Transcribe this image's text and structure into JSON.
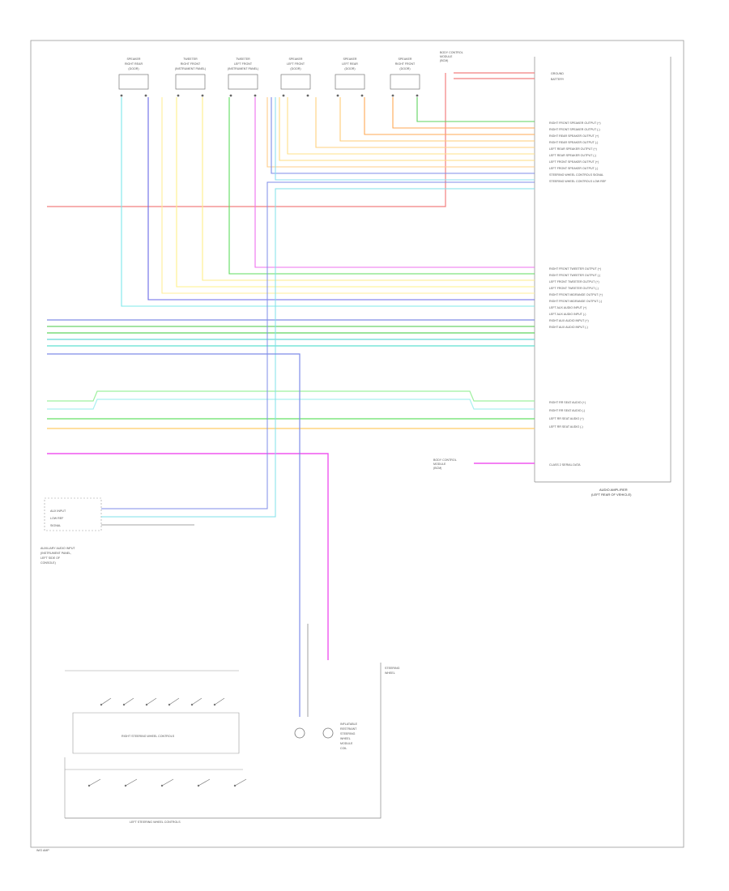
{
  "diagram": {
    "speakers": [
      {
        "label": [
          "SPEAKER",
          "RIGHT REAR",
          "(DOOR)"
        ]
      },
      {
        "label": [
          "TWEETER",
          "RIGHT FRONT",
          "(INSTRUMENT PANEL)"
        ]
      },
      {
        "label": [
          "TWEETER",
          "LEFT FRONT",
          "(INSTRUMENT PANEL)"
        ]
      },
      {
        "label": [
          "SPEAKER",
          "LEFT FRONT",
          "(DOOR)"
        ]
      },
      {
        "label": [
          "SPEAKER",
          "LEFT REAR",
          "(DOOR)"
        ]
      },
      {
        "label": [
          "SPEAKER",
          "RIGHT FRONT",
          "(DOOR)"
        ]
      }
    ],
    "fuse_block_label": [
      "BODY CONTROL",
      "MODULE",
      "(BCM)"
    ],
    "ground_label": "GROUND",
    "battery_label": "BATTERY",
    "radio_pins_top": [
      "RIGHT FRONT SPEAKER OUTPUT (+)",
      "RIGHT FRONT SPEAKER OUTPUT (-)",
      "RIGHT REAR SPEAKER OUTPUT (+)",
      "RIGHT REAR SPEAKER OUTPUT (-)",
      "LEFT REAR SPEAKER OUTPUT (+)",
      "LEFT REAR SPEAKER OUTPUT (-)",
      "LEFT FRONT SPEAKER OUTPUT (+)",
      "LEFT FRONT SPEAKER OUTPUT (-)",
      "STEERING WHEEL CONTROLS SIGNAL",
      "STEERING WHEEL CONTROLS LOW REF"
    ],
    "radio_pins_mid": [
      "RIGHT FRONT TWEETER OUTPUT (+)",
      "RIGHT FRONT TWEETER OUTPUT (-)",
      "LEFT FRONT TWEETER OUTPUT (+)",
      "LEFT FRONT TWEETER OUTPUT (-)",
      "RIGHT FRONT MIDRANGE OUTPUT (+)",
      "RIGHT FRONT MIDRANGE OUTPUT (-)",
      "LEFT AUX AUDIO INPUT (+)",
      "LEFT AUX AUDIO INPUT (-)",
      "RIGHT AUX AUDIO INPUT (+)",
      "RIGHT AUX AUDIO INPUT (-)"
    ],
    "radio_pins_low": [
      "RIGHT RR SEAT AUDIO (+)",
      "RIGHT RR SEAT AUDIO (-)",
      "LEFT RR SEAT AUDIO (+)",
      "LEFT RR SEAT AUDIO (-)"
    ],
    "mute_label": "CLASS 2 SERIAL DATA",
    "radio_label": [
      "AUDIO AMPLIFIER",
      "(LEFT REAR OF VEHICLE)"
    ],
    "dash_connector_label": [
      "BODY CONTROL",
      "MODULE",
      "(BCM)"
    ],
    "left_box_label": [
      "AUX INPUT",
      "LOW REF",
      "SIGNAL"
    ],
    "aux_label": [
      "AUXILIARY AUDIO INPUT",
      "(INSTRUMENT PANEL,",
      "LEFT SIDE OF",
      "CONSOLE)"
    ],
    "steering_label": [
      "STEERING",
      "WHEEL"
    ],
    "right_controls_label": "RIGHT STEERING WHEEL CONTROLS",
    "left_controls_label": "LEFT STEERING WHEEL CONTROLS",
    "clockspring_label": [
      "INFLATABLE",
      "RESTRAINT",
      "STEERING",
      "WHEEL",
      "MODULE",
      "COIL"
    ],
    "footer": "W/O AMP"
  }
}
